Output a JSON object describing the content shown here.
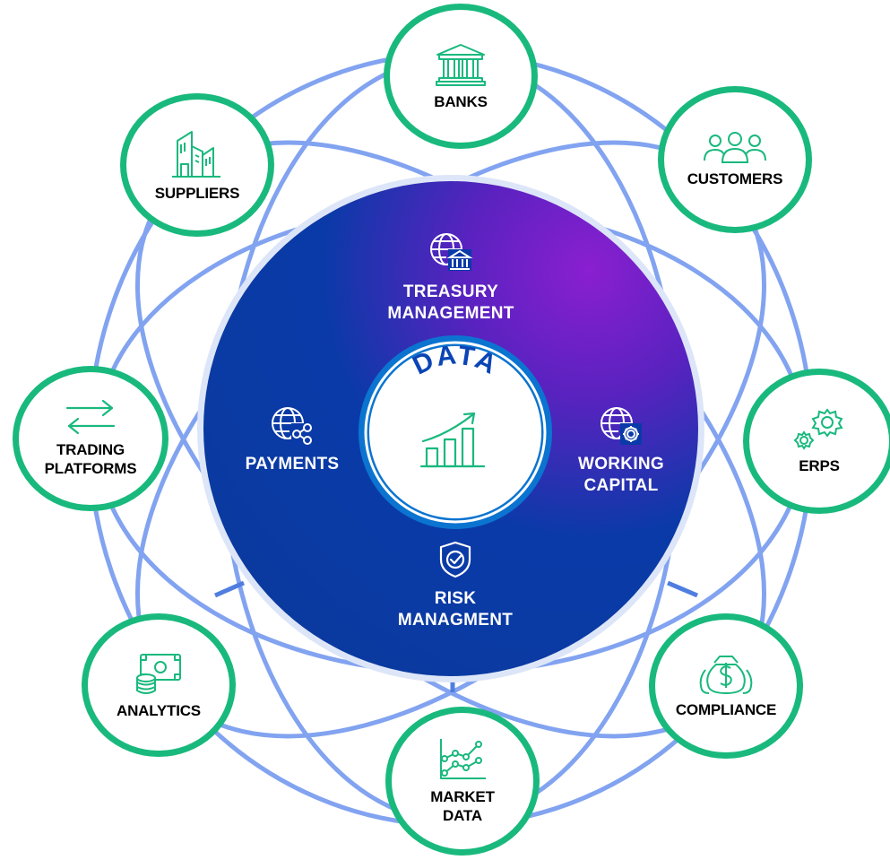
{
  "center": {
    "title": "DATA",
    "icon": "bar-chart-growth-icon"
  },
  "inner_items": [
    {
      "key": "treasury",
      "label": "TREASURY\nMANAGEMENT",
      "icon": "globe-bank-icon"
    },
    {
      "key": "payments",
      "label": "PAYMENTS",
      "icon": "globe-share-icon"
    },
    {
      "key": "working",
      "label": "WORKING\nCAPITAL",
      "icon": "globe-gear-icon"
    },
    {
      "key": "risk",
      "label": "RISK\nMANAGMENT",
      "icon": "shield-check-icon"
    }
  ],
  "outer_nodes": [
    {
      "key": "banks",
      "label": "BANKS",
      "icon": "bank-icon"
    },
    {
      "key": "customers",
      "label": "CUSTOMERS",
      "icon": "people-icon"
    },
    {
      "key": "erps",
      "label": "ERPs",
      "icon": "gears-icon"
    },
    {
      "key": "compliance",
      "label": "COMPLIANCE",
      "icon": "money-bags-icon"
    },
    {
      "key": "market",
      "label": "MARKET\nDATA",
      "icon": "line-chart-icon"
    },
    {
      "key": "analytics",
      "label": "ANALYTICS",
      "icon": "cash-coins-icon"
    },
    {
      "key": "trading",
      "label": "TRADING\nPLATFORMS",
      "icon": "exchange-arrows-icon"
    },
    {
      "key": "suppliers",
      "label": "SUPPLIERS",
      "icon": "buildings-icon"
    }
  ],
  "colors": {
    "green": "#19b97d",
    "ring_blue": "#7c9ff0",
    "disc_blue": "#0a3aa8",
    "disc_purple": "#8a1fd0",
    "data_blue": "#0b45b5"
  }
}
